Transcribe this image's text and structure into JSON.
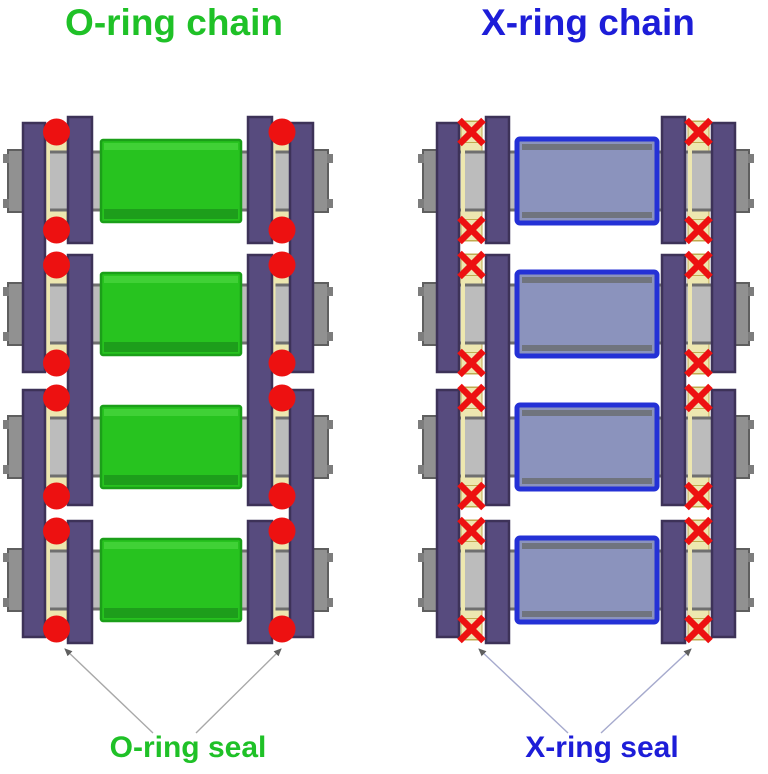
{
  "diagram": {
    "left_chain": {
      "title": "O-ring chain",
      "seal_label": "O-ring seal",
      "seal_type": "o-ring",
      "accent_color": "#1fc127",
      "roller_fill": "#27c31f",
      "roller_border": "#1b9f19",
      "roller_highlight": "#40d136",
      "roller_shadow": "#1d9e1b",
      "pointer_line_color": "#a8a8a8",
      "link_count": 4
    },
    "right_chain": {
      "title": "X-ring chain",
      "seal_label": "X-ring seal",
      "seal_type": "x-ring",
      "accent_color": "#1d1dd8",
      "roller_fill": "#8b93bd",
      "roller_border": "#2431d6",
      "roller_inner_band": "#70747e",
      "pointer_line_color": "#a6aacd",
      "link_count": 4
    },
    "common": {
      "plate_fill": "#574b7e",
      "plate_border": "#3d3258",
      "pin_fill": "#bcbcbc",
      "pin_border": "#6f6f6f",
      "pin_cap_fill": "#919191",
      "pin_cap_border": "#5f5f5f",
      "pin_tab_fill": "#7d7d7d",
      "bushing_fill": "#ede7b0",
      "bushing_border": "#c0aa50",
      "seal_color": "#ed1111",
      "arrowhead_color": "#5f5f5f",
      "background": "#ffffff"
    }
  }
}
